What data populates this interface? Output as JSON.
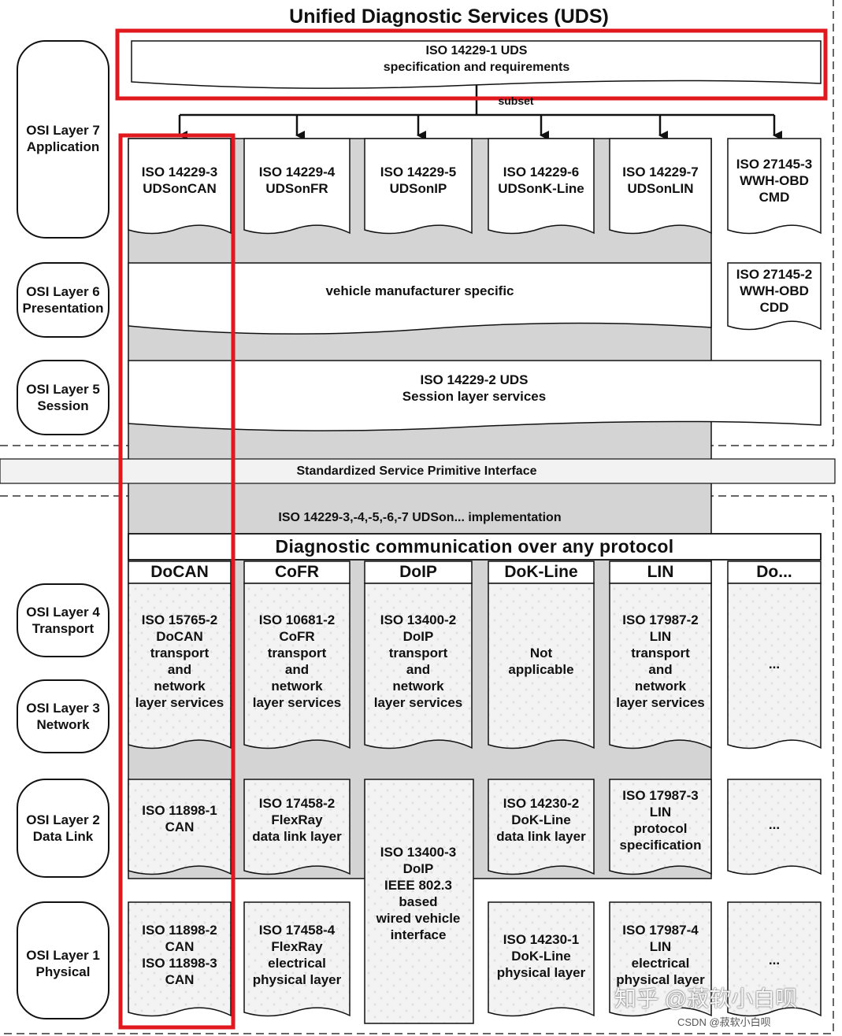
{
  "title": "Unified Diagnostic Services (UDS)",
  "osi_layers": [
    {
      "id": "l7",
      "label": "OSI Layer 7\nApplication"
    },
    {
      "id": "l6",
      "label": "OSI Layer 6\nPresentation"
    },
    {
      "id": "l5",
      "label": "OSI Layer 5\nSession"
    },
    {
      "id": "l4",
      "label": "OSI Layer 4\nTransport"
    },
    {
      "id": "l3",
      "label": "OSI Layer 3\nNetwork"
    },
    {
      "id": "l2",
      "label": "OSI Layer 2\nData Link"
    },
    {
      "id": "l1",
      "label": "OSI Layer 1\nPhysical"
    }
  ],
  "spec_box": "ISO 14229-1 UDS\nspecification and requirements",
  "subset_label": "subset",
  "app_docs": [
    "ISO 14229-3\nUDSonCAN",
    "ISO 14229-4\nUDSonFR",
    "ISO 14229-5\nUDSonIP",
    "ISO 14229-6\nUDSonK-Line",
    "ISO 14229-7\nUDSonLIN",
    "ISO 27145-3\nWWH-OBD\nCMD"
  ],
  "presentation_box": "vehicle manufacturer specific",
  "presentation_side": "ISO 27145-2\nWWH-OBD\nCDD",
  "session_box": "ISO 14229-2 UDS\nSession layer services",
  "interface_bar": "Standardized Service Primitive Interface",
  "implementation_label": "ISO 14229-3,-4,-5,-6,-7 UDSon... implementation",
  "protocol_heading": "Diagnostic communication over any protocol",
  "protocols": [
    "DoCAN",
    "CoFR",
    "DoIP",
    "DoK-Line",
    "LIN",
    "Do..."
  ],
  "transport_docs": [
    "ISO 15765-2\nDoCAN\ntransport\nand\nnetwork\nlayer services",
    "ISO 10681-2\nCoFR\ntransport\nand\nnetwork\nlayer services",
    "ISO 13400-2\nDoIP\ntransport\nand\nnetwork\nlayer services",
    "Not\napplicable",
    "ISO 17987-2\nLIN\ntransport\nand\nnetwork\nlayer services",
    "..."
  ],
  "datalink_docs": [
    "ISO 11898-1\nCAN",
    "ISO 17458-2\nFlexRay\ndata link layer",
    "ISO 13400-3\nDoIP\nIEEE 802.3\nbased\nwired vehicle\ninterface",
    "ISO 14230-2\nDoK-Line\ndata link layer",
    "ISO 17987-3\nLIN\nprotocol\nspecification",
    "..."
  ],
  "physical_docs": [
    "ISO 11898-2\nCAN\nISO 11898-3\nCAN",
    "ISO 17458-4\nFlexRay\nelectrical\nphysical layer",
    "ISO 14230-1\nDoK-Line\nphysical layer",
    "ISO 17987-4\nLIN\nelectrical\nphysical layer",
    "..."
  ],
  "watermark": "知乎 @菽软小白呗",
  "watermark_csdn": "CSDN @菽软小白呗",
  "colors": {
    "highlight": "#e0191f",
    "gray_fill": "#d4d4d4",
    "doc_fill": "#f3f3f3",
    "line": "#111111"
  }
}
